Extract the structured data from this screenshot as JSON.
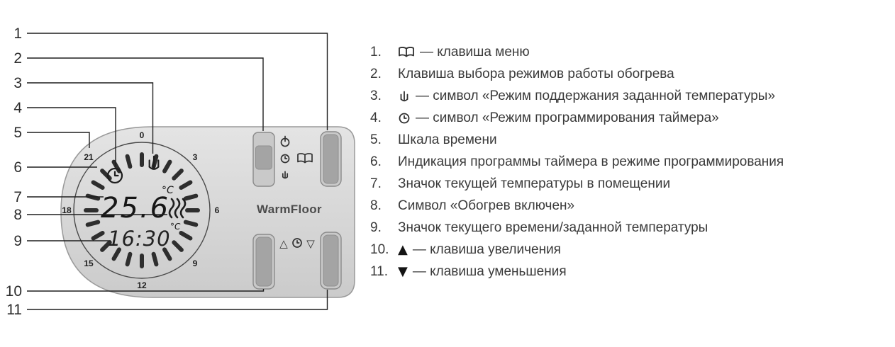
{
  "diagram": {
    "callouts": [
      "1",
      "2",
      "3",
      "4",
      "5",
      "6",
      "7",
      "8",
      "9",
      "10",
      "11"
    ]
  },
  "device": {
    "brand": "WarmFloor",
    "display": {
      "temperature": "25.6",
      "temperature_unit": "°C",
      "time": "16:30",
      "time_unit": "°C"
    },
    "dial_labels": [
      "0",
      "3",
      "6",
      "9",
      "12",
      "15",
      "18",
      "21"
    ],
    "buttons": {
      "up_symbol": "△",
      "down_symbol": "▽"
    }
  },
  "legend": {
    "items": [
      {
        "num": "1.",
        "icon": "book-icon",
        "text": "— клавиша меню"
      },
      {
        "num": "2.",
        "icon": "",
        "text": "Клавиша выбора режимов работы обогрева"
      },
      {
        "num": "3.",
        "icon": "hand-icon",
        "text": "— символ «Режим поддержания заданной температуры»"
      },
      {
        "num": "4.",
        "icon": "clock-icon",
        "text": "— символ «Режим программирования таймера»"
      },
      {
        "num": "5.",
        "icon": "",
        "text": "Шкала времени"
      },
      {
        "num": "6.",
        "icon": "",
        "text": "Индикация программы таймера в режиме программирования"
      },
      {
        "num": "7.",
        "icon": "",
        "text": "Значок текущей температуры в помещении"
      },
      {
        "num": "8.",
        "icon": "",
        "text": "Символ «Обогрев включен»"
      },
      {
        "num": "9.",
        "icon": "",
        "text": "Значок текущего времени/заданной температуры"
      },
      {
        "num": "10.",
        "icon": "up-arrow-icon",
        "glyph": "▲",
        "text": "— клавиша увеличения"
      },
      {
        "num": "11.",
        "icon": "down-arrow-icon",
        "glyph": "▼",
        "text": "— клавиша уменьшения"
      }
    ]
  }
}
